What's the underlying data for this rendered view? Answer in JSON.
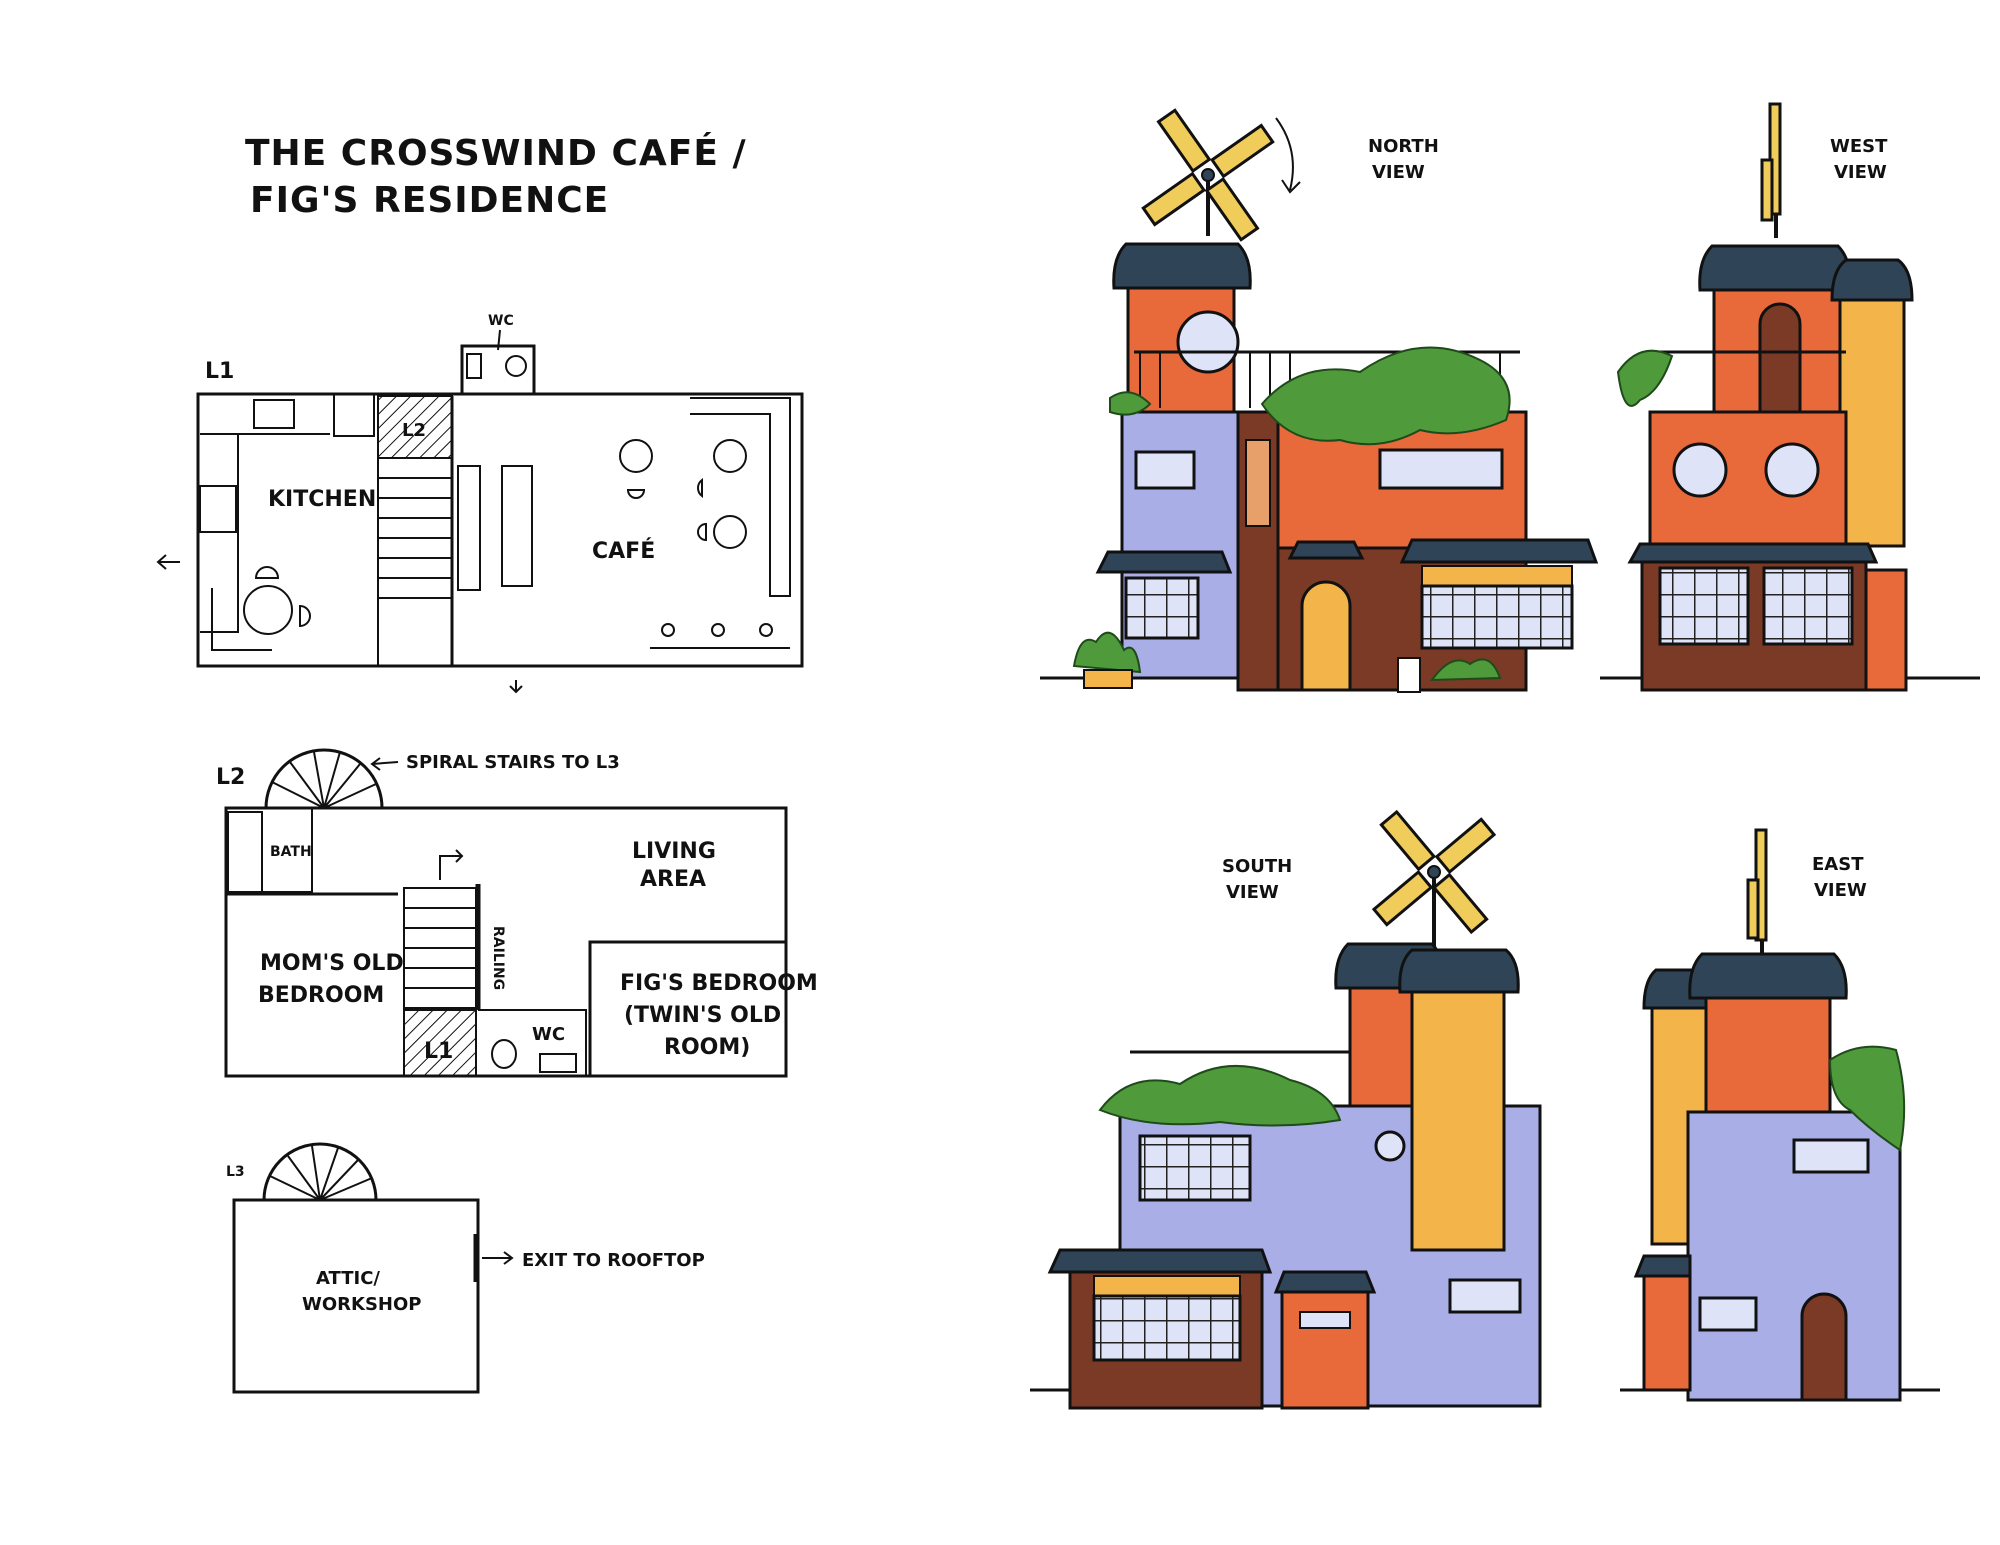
{
  "title": {
    "line1": "THE CROSSWIND CAFÉ /",
    "line2": "FIG'S RESIDENCE"
  },
  "floorplans": {
    "l1": {
      "level": "L1",
      "wc": "WC",
      "stairs": "L2",
      "kitchen": "KITCHEN",
      "cafe": "CAFÉ"
    },
    "l2": {
      "level": "L2",
      "spiral": "SPIRAL STAIRS TO L3",
      "bath": "BATH",
      "living_1": "LIVING",
      "living_2": "AREA",
      "moms_1": "MOM'S OLD",
      "moms_2": "BEDROOM",
      "railing": "RAILING",
      "figs_1": "FIG'S BEDROOM",
      "figs_2": "(TWIN'S OLD",
      "figs_3": "ROOM)",
      "stairs": "L1",
      "wc": "WC"
    },
    "l3": {
      "level": "L3",
      "attic_1": "ATTIC/",
      "attic_2": "WORKSHOP",
      "exit": "EXIT TO ROOFTOP"
    }
  },
  "views": {
    "north": {
      "line1": "NORTH",
      "line2": "VIEW"
    },
    "west": {
      "line1": "WEST",
      "line2": "VIEW"
    },
    "south": {
      "line1": "SOUTH",
      "line2": "VIEW"
    },
    "east": {
      "line1": "EAST",
      "line2": "VIEW"
    }
  },
  "colors": {
    "orange": "#e8693a",
    "lavender": "#a9aee6",
    "yellow": "#f3b44a",
    "brown": "#7a3a26",
    "roof": "#2f4456",
    "green": "#4f9a3a",
    "windmill": "#f0cc5a"
  }
}
